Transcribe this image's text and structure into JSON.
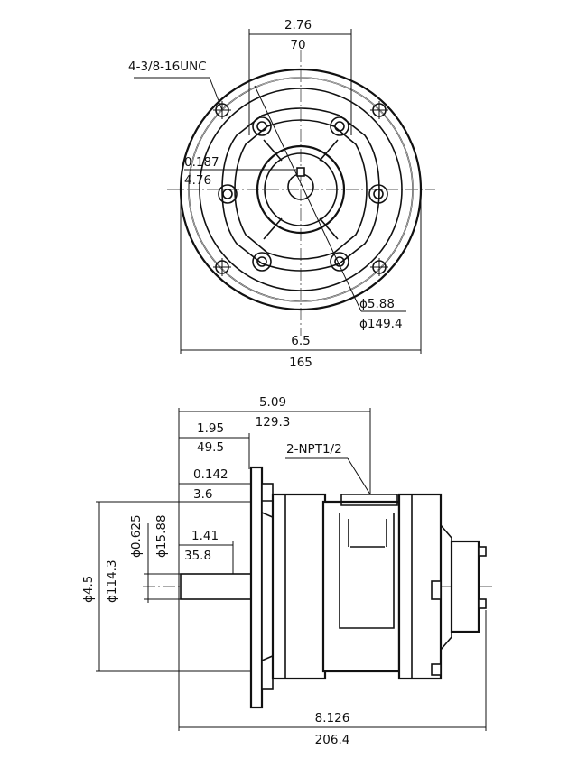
{
  "front_view": {
    "top_width_in": "2.76",
    "top_width_mm": "70",
    "bolt_holes": "4-3/8-16UNC",
    "key_width_in": "0.187",
    "key_width_mm": "4.76",
    "bolt_circle_in": "ϕ5.88",
    "bolt_circle_mm": "ϕ149.4",
    "overall_width_in": "6.5",
    "overall_width_mm": "165"
  },
  "side_view": {
    "port_position_in": "5.09",
    "port_position_mm": "129.3",
    "flange_offset_in": "1.95",
    "flange_offset_mm": "49.5",
    "port_label": "2-NPT1/2",
    "flange_thickness_in": "0.142",
    "flange_thickness_mm": "3.6",
    "shaft_length_in": "1.41",
    "shaft_length_mm": "35.8",
    "shaft_diameter_in": "ϕ0.625",
    "shaft_diameter_mm": "ϕ15.88",
    "pilot_diameter_in": "ϕ4.5",
    "pilot_diameter_mm": "ϕ114.3",
    "overall_length_in": "8.126",
    "overall_length_mm": "206.4"
  }
}
